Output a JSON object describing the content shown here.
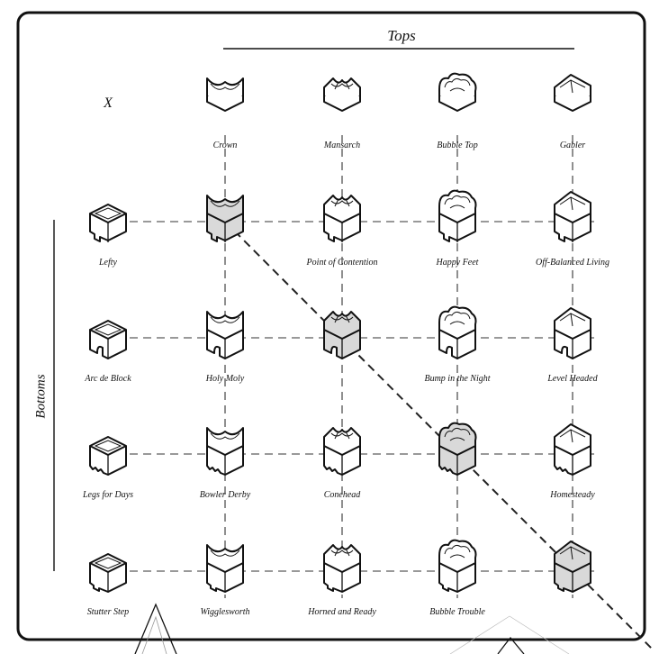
{
  "tops_label": "Tops",
  "bottoms_label": "Bottoms",
  "corner_label": "X",
  "colors": {
    "ink": "#111111",
    "highlight_fill": "#d9d9d9",
    "background": "#ffffff"
  },
  "tops": [
    {
      "name": "Crown",
      "style": "crown"
    },
    {
      "name": "Mansarch",
      "style": "mansarch"
    },
    {
      "name": "Bubble Top",
      "style": "bubble"
    },
    {
      "name": "Gabler",
      "style": "gabler"
    }
  ],
  "bottoms": [
    {
      "name": "Lefty",
      "style": "lefty"
    },
    {
      "name": "Arc de Block",
      "style": "arc"
    },
    {
      "name": "Legs for Days",
      "style": "legs"
    },
    {
      "name": "Stutter Step",
      "style": "stutter"
    }
  ],
  "combos": [
    [
      "",
      "Point of  Contention",
      "Happy Feet",
      "Off-Balanced Living"
    ],
    [
      "Holy Moly",
      "",
      "Bump in the Night",
      "Level Headed"
    ],
    [
      "Bowler Derby",
      "Conehead",
      "",
      "Homesteady"
    ],
    [
      "Wigglesworth",
      "Horned and Ready",
      "Bubble Trouble",
      ""
    ]
  ],
  "highlighted_cells": [
    [
      0,
      0
    ],
    [
      1,
      1
    ],
    [
      2,
      2
    ],
    [
      3,
      3
    ]
  ]
}
